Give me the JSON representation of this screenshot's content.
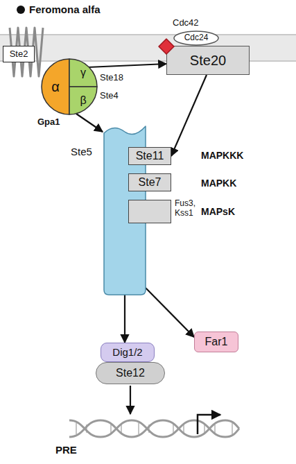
{
  "diagram": {
    "nodes": [
      {
        "text": [
          "Ste2"
        ]
      },
      {
        "text": [
          "α",
          "Gpa1"
        ]
      },
      {
        "text": [
          "γ",
          "Ste18"
        ]
      },
      {
        "text": [
          "β",
          "Ste4"
        ]
      },
      {
        "text": [
          "Cdc24"
        ]
      },
      {
        "text": [
          "Cdc42"
        ]
      },
      {
        "text": [
          "Ste20"
        ]
      },
      {
        "text": [
          "Ste5"
        ]
      },
      {
        "text": [
          "Ste11"
        ],
        "in": 7
      },
      {
        "text": [
          "Ste7"
        ],
        "in": 7
      },
      {
        "text": [
          "Fus3, Kss1"
        ],
        "in": 7
      },
      {
        "text": [
          "Far1"
        ]
      },
      {
        "text": [
          "Dig1/2"
        ]
      },
      {
        "text": [
          "Ste12"
        ]
      }
    ],
    "edges": [
      {
        "from": 2,
        "to": 6,
        "arrow": "to"
      },
      {
        "from": 3,
        "to": 7,
        "arrow": "to"
      },
      {
        "from": 6,
        "to": 8,
        "arrow": "to"
      },
      {
        "from": 7,
        "to": 11,
        "arrow": "to"
      },
      {
        "from": 7,
        "to": 12,
        "arrow": "to"
      }
    ],
    "labels": [
      "Feromona alfa",
      "MAPKKK",
      "MAPKK",
      "MAPsK",
      "PRE"
    ]
  }
}
